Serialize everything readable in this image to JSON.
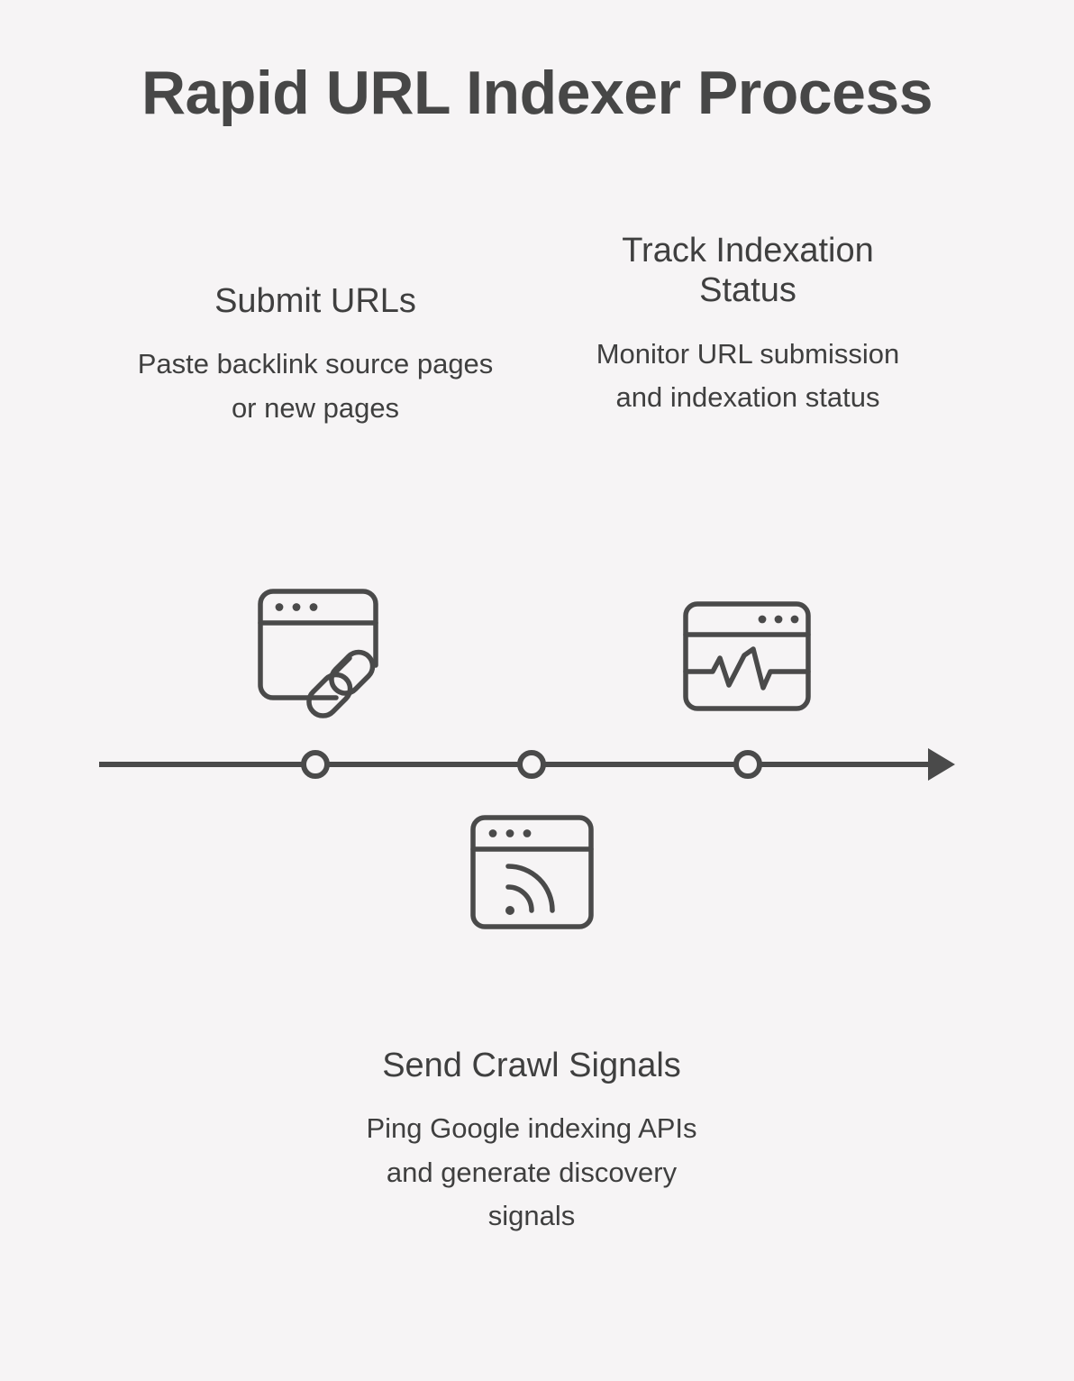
{
  "page": {
    "title": "Rapid URL Indexer Process",
    "background_color": "#f6f4f5",
    "ink_color": "#3f3f3f"
  },
  "timeline": {
    "orientation": "horizontal",
    "direction": "left-to-right",
    "arrow": "arrow-right",
    "marker_count": 3,
    "marker_style": "hollow-circle"
  },
  "steps": [
    {
      "index": 1,
      "position": "above",
      "title": "Submit URLs",
      "description": "Paste backlink source pages or new pages",
      "icon": "browser-window-link-icon"
    },
    {
      "index": 2,
      "position": "below",
      "title": "Send Crawl Signals",
      "description": "Ping Google indexing APIs and generate discovery signals",
      "icon": "browser-window-signal-icon"
    },
    {
      "index": 3,
      "position": "above",
      "title": "Track Indexation Status",
      "description": "Monitor URL submission and indexation status",
      "icon": "browser-window-chart-icon"
    }
  ]
}
